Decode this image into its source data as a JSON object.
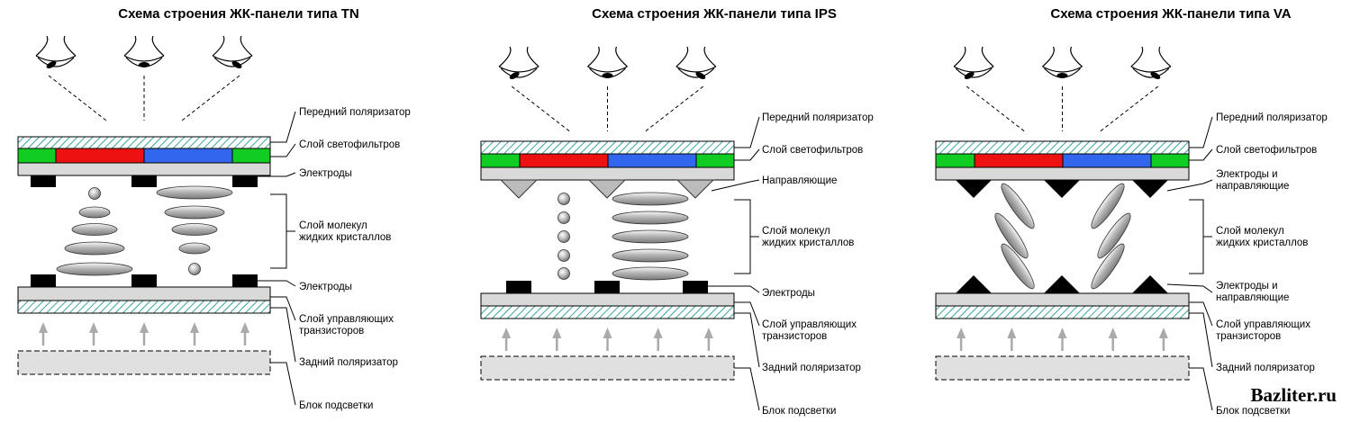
{
  "panels": [
    {
      "id": "tn",
      "title": "Схема строения ЖК-панели типа TN",
      "labels": {
        "front_polarizer": "Передний поляризатор",
        "color_filter": "Слой светофильтров",
        "top_electrodes": "Электроды",
        "lc_layer": "Слой молекул жидких кристаллов",
        "bottom_electrodes": "Электроды",
        "transistor_layer": "Слой управляющих транзисторов",
        "rear_polarizer": "Задний поляризатор",
        "backlight": "Блок подсветки"
      }
    },
    {
      "id": "ips",
      "title": "Схема строения ЖК-панели типа IPS",
      "labels": {
        "front_polarizer": "Передний поляризатор",
        "color_filter": "Слой светофильтров",
        "top_electrodes": "Направляющие",
        "lc_layer": "Слой молекул жидких кристаллов",
        "bottom_electrodes": "Электроды",
        "transistor_layer": "Слой управляющих транзисторов",
        "rear_polarizer": "Задний поляризатор",
        "backlight": "Блок подсветки"
      }
    },
    {
      "id": "va",
      "title": "Схема строения ЖК-панели типа VA",
      "labels": {
        "front_polarizer": "Передний поляризатор",
        "color_filter": "Слой светофильтров",
        "top_electrodes": "Электроды и направляющие",
        "lc_layer": "Слой молекул жидких кристаллов",
        "bottom_electrodes": "Электроды и направляющие",
        "transistor_layer": "Слой управляющих транзисторов",
        "rear_polarizer": "Задний поляризатор",
        "backlight": "Блок подсветки"
      }
    }
  ],
  "watermark": "Bazliter.ru",
  "colors": {
    "red_filter": "#ee1111",
    "green_filter": "#11cc22",
    "blue_filter": "#3366ee",
    "hatch": "#3aa39a",
    "glass": "#d9d9d9",
    "arrow": "#aaaaaa"
  }
}
